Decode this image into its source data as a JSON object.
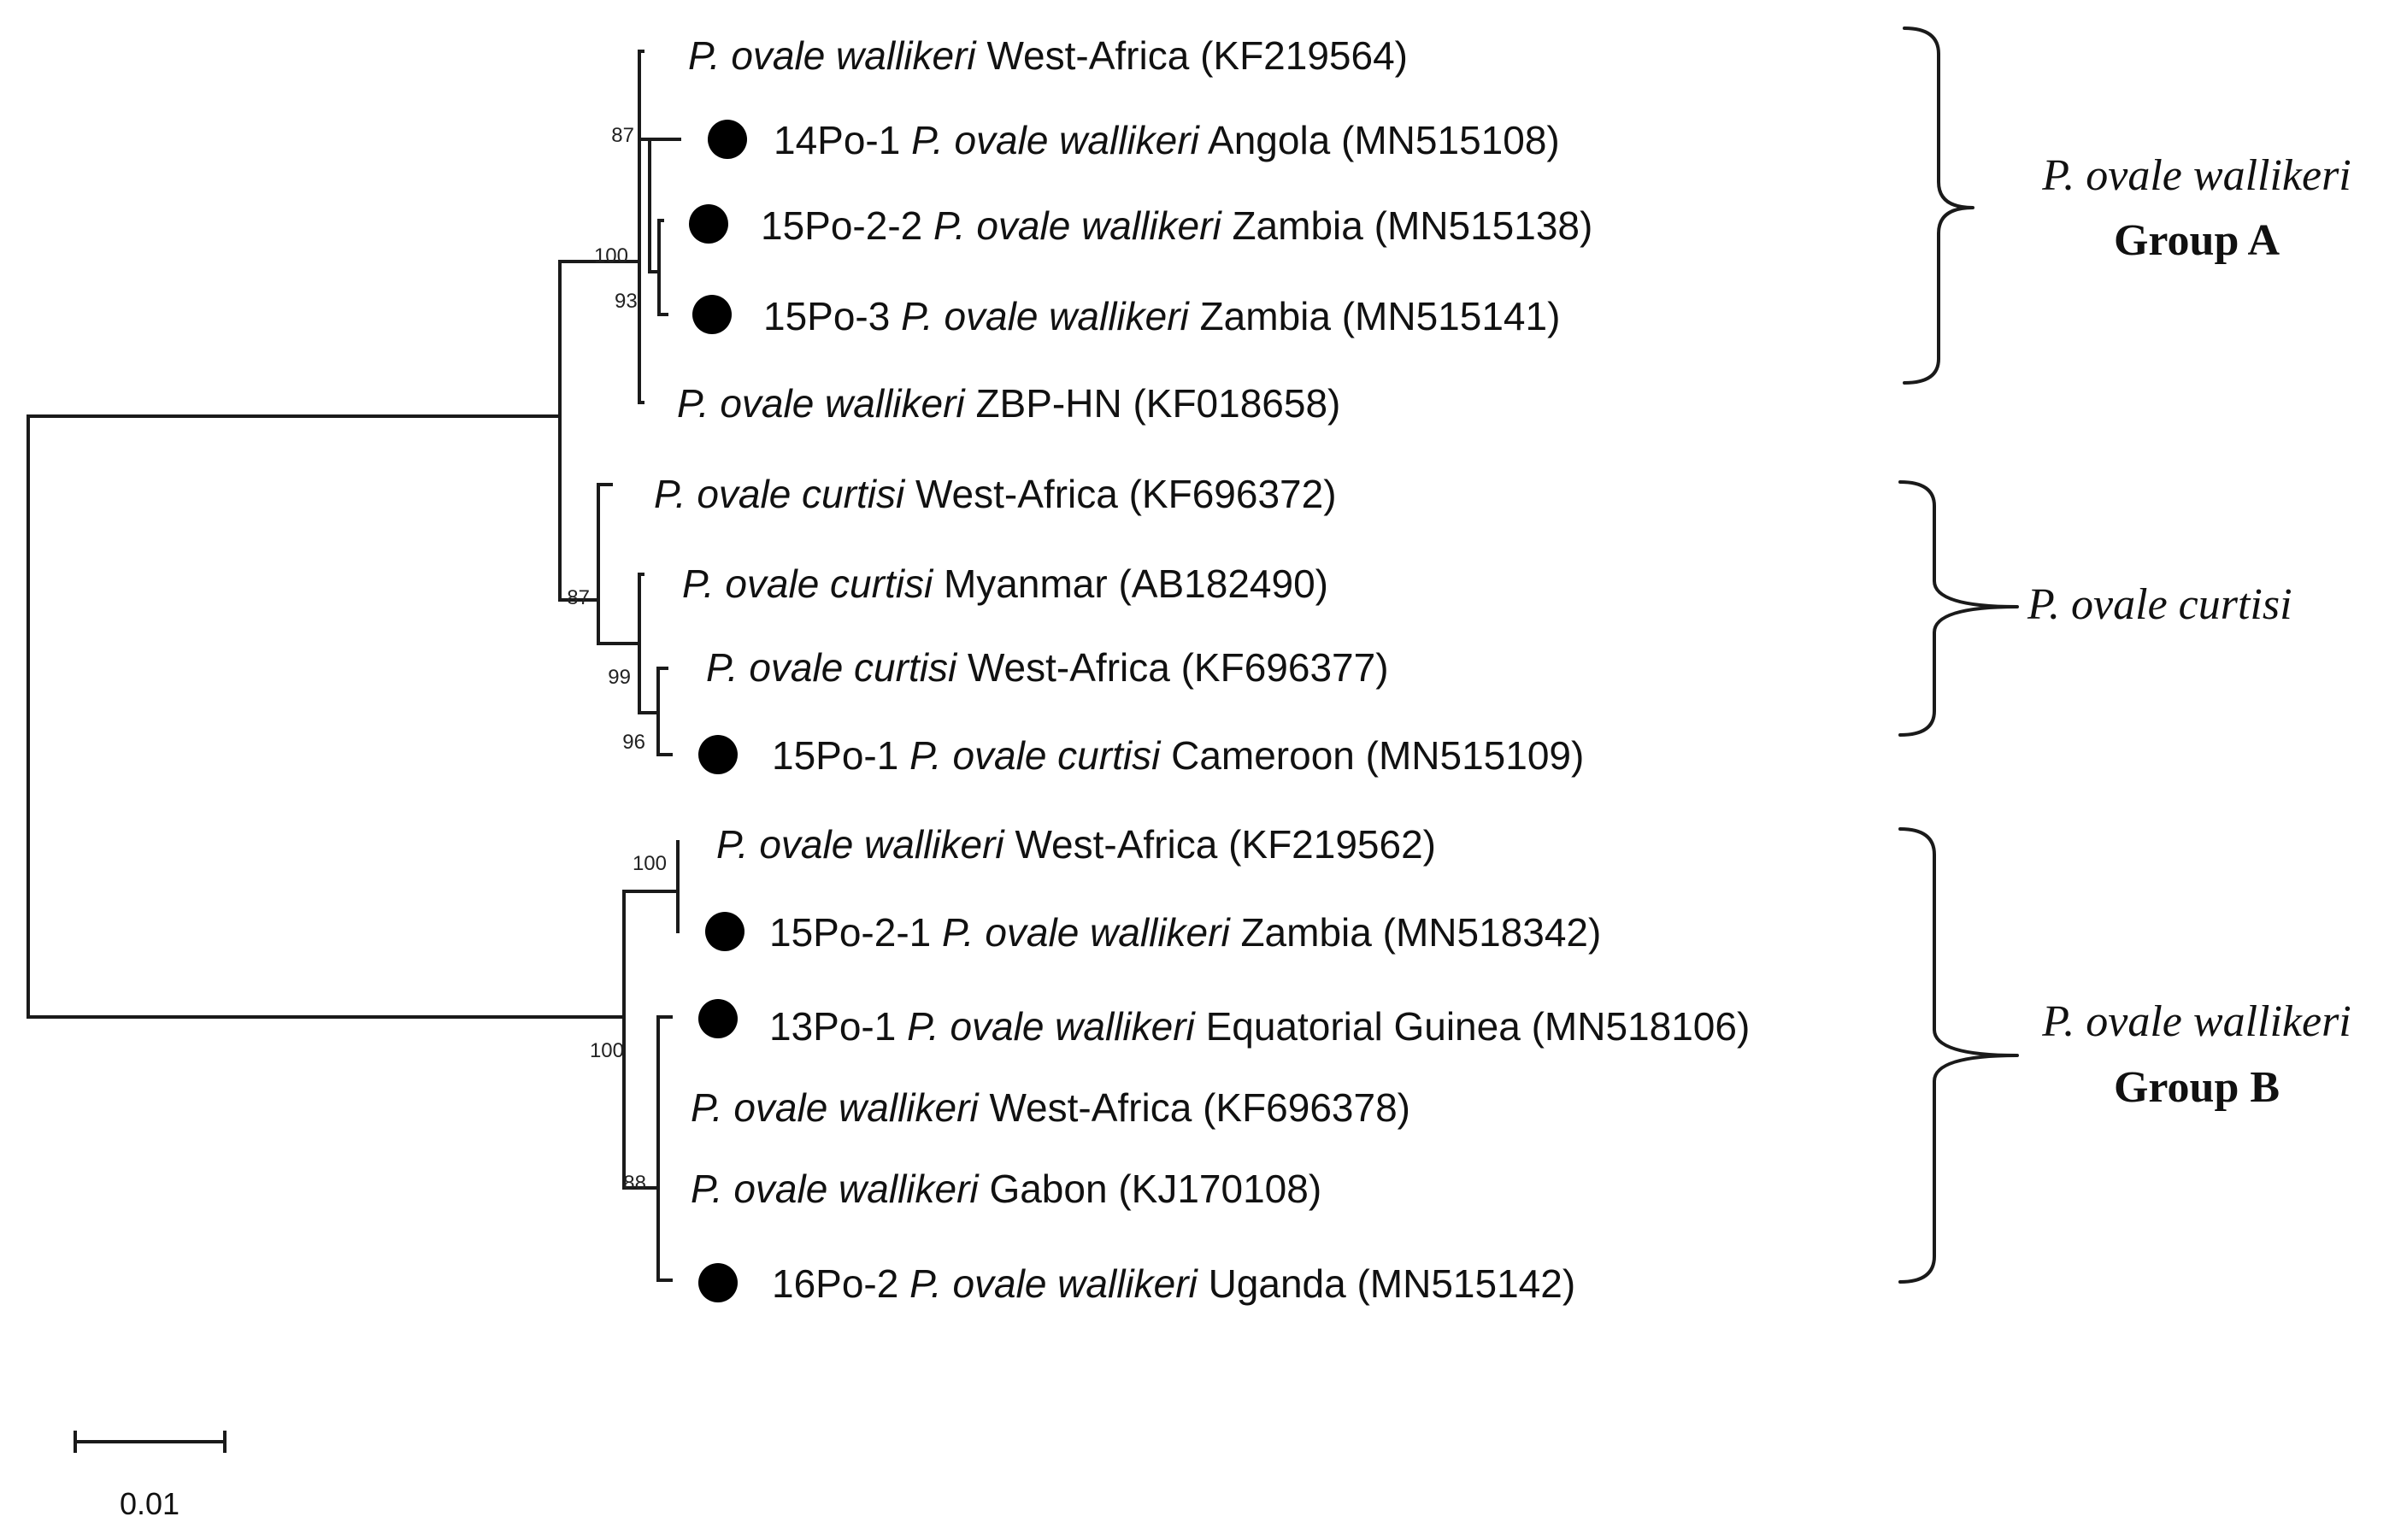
{
  "leaves": [
    {
      "code": "",
      "species": "P. ovale wallikeri",
      "location": "West-Africa",
      "accession": "(KF219564)",
      "marked": false
    },
    {
      "code": "14Po-1",
      "species": "P. ovale wallikeri",
      "location": "Angola",
      "accession": "(MN515108)",
      "marked": true
    },
    {
      "code": "15Po-2-2",
      "species": "P. ovale wallikeri",
      "location": "Zambia",
      "accession": "(MN515138)",
      "marked": true
    },
    {
      "code": "15Po-3",
      "species": "P. ovale wallikeri",
      "location": "Zambia",
      "accession": "(MN515141)",
      "marked": true
    },
    {
      "code": "",
      "species": "P. ovale wallikeri",
      "location": "ZBP-HN",
      "accession": "(KF018658)",
      "marked": false
    },
    {
      "code": "",
      "species": "P. ovale curtisi",
      "location": "West-Africa",
      "accession": "(KF696372)",
      "marked": false
    },
    {
      "code": "",
      "species": "P. ovale curtisi",
      "location": "Myanmar",
      "accession": "(AB182490)",
      "marked": false
    },
    {
      "code": "",
      "species": "P. ovale curtisi",
      "location": "West-Africa",
      "accession": "(KF696377)",
      "marked": false
    },
    {
      "code": "15Po-1",
      "species": "P. ovale curtisi",
      "location": "Cameroon",
      "accession": "(MN515109)",
      "marked": true
    },
    {
      "code": "",
      "species": "P. ovale wallikeri",
      "location": "West-Africa",
      "accession": "(KF219562)",
      "marked": false
    },
    {
      "code": "15Po-2-1",
      "species": "P. ovale wallikeri",
      "location": "Zambia",
      "accession": "(MN518342)",
      "marked": true
    },
    {
      "code": "13Po-1",
      "species": "P. ovale wallikeri",
      "location": "Equatorial Guinea",
      "accession": "(MN518106)",
      "marked": true
    },
    {
      "code": "",
      "species": "P. ovale wallikeri",
      "location": "West-Africa",
      "accession": "(KF696378)",
      "marked": false
    },
    {
      "code": "",
      "species": "P. ovale wallikeri",
      "location": "Gabon",
      "accession": "(KJ170108)",
      "marked": false
    },
    {
      "code": "16Po-2",
      "species": "P. ovale wallikeri",
      "location": "Uganda",
      "accession": "(MN515142)",
      "marked": true
    }
  ],
  "bootstrap_values": [
    "87",
    "100",
    "93",
    "87",
    "99",
    "96",
    "100",
    "100",
    "88"
  ],
  "clades": [
    {
      "name": "P. ovale wallikeri",
      "group": "Group A"
    },
    {
      "name": "P. ovale curtisi",
      "group": ""
    },
    {
      "name": "P. ovale wallikeri",
      "group": "Group B"
    }
  ],
  "scale_bar": {
    "label": "0.01"
  }
}
